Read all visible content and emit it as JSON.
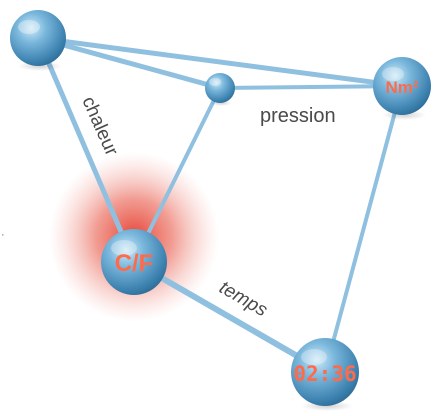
{
  "diagram": {
    "labels": {
      "chaleur": "chaleur",
      "pression": "pression",
      "temps": "temps"
    },
    "nodes": {
      "pressure_unit": "Nm²",
      "temperature_unit": "C/F",
      "time_display": "02:36"
    },
    "colors": {
      "sphere": "#4f95c0",
      "sphere_light": "#bfe3f5",
      "sphere_dark": "#2a6992",
      "edge": "#8fc0e0",
      "label_text": "#4a4a4a",
      "node_text": "#ff6a4a",
      "glow": "#e24a3a"
    }
  }
}
